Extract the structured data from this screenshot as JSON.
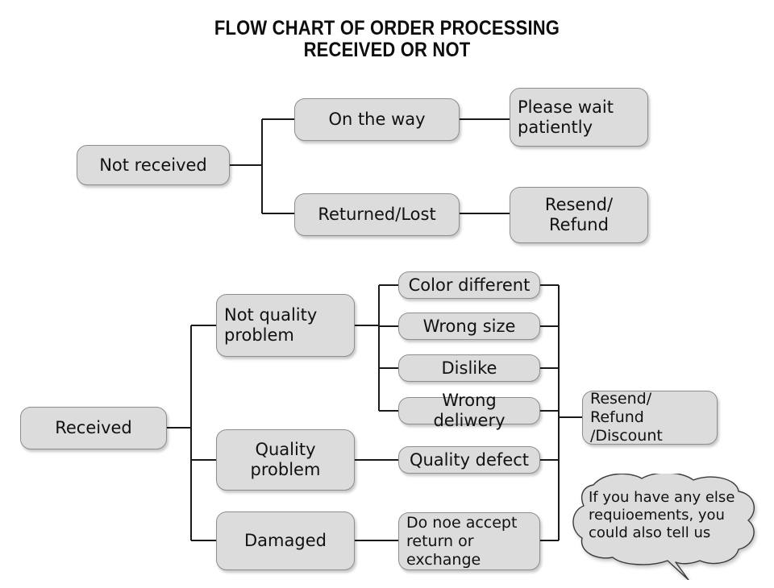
{
  "title": {
    "line1": "FLOW CHART OF ORDER PROCESSING",
    "line2": "RECEIVED OR NOT"
  },
  "colors": {
    "box_fill": "#dcdcdc",
    "box_border": "#8d8d8d",
    "line": "#1a1a1a",
    "text": "#111111",
    "background": "#ffffff"
  },
  "branch_not_received": {
    "root": "Not received",
    "stage2": [
      "On the way",
      "Returned/Lost"
    ],
    "stage3": [
      "Please wait\npatiently",
      "Resend/\nRefund"
    ]
  },
  "branch_received": {
    "root": "Received",
    "categories": [
      "Not quality\nproblem",
      "Quality\nproblem",
      "Damaged"
    ],
    "reasons": [
      "Color different",
      "Wrong size",
      "Dislike",
      "Wrong deliwery",
      "Quality defect",
      "Do noe accept\nreturn or\nexchange"
    ],
    "outcome": "Resend/ Refund\n/Discount"
  },
  "note_bubble": {
    "text": "If you have any else\nrequioements, you\ncould also tell us"
  }
}
